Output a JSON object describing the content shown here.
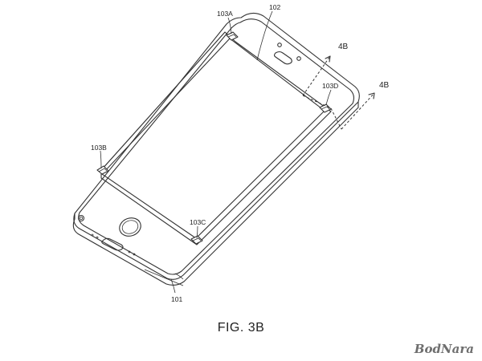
{
  "figure": {
    "caption": "FIG. 3B",
    "watermark": "BodNara"
  },
  "labels": {
    "device": "101",
    "display": "102",
    "sensor_a": "103A",
    "sensor_b": "103B",
    "sensor_c": "103C",
    "sensor_d": "103D",
    "section_upper": "4B",
    "section_lower": "4B"
  }
}
